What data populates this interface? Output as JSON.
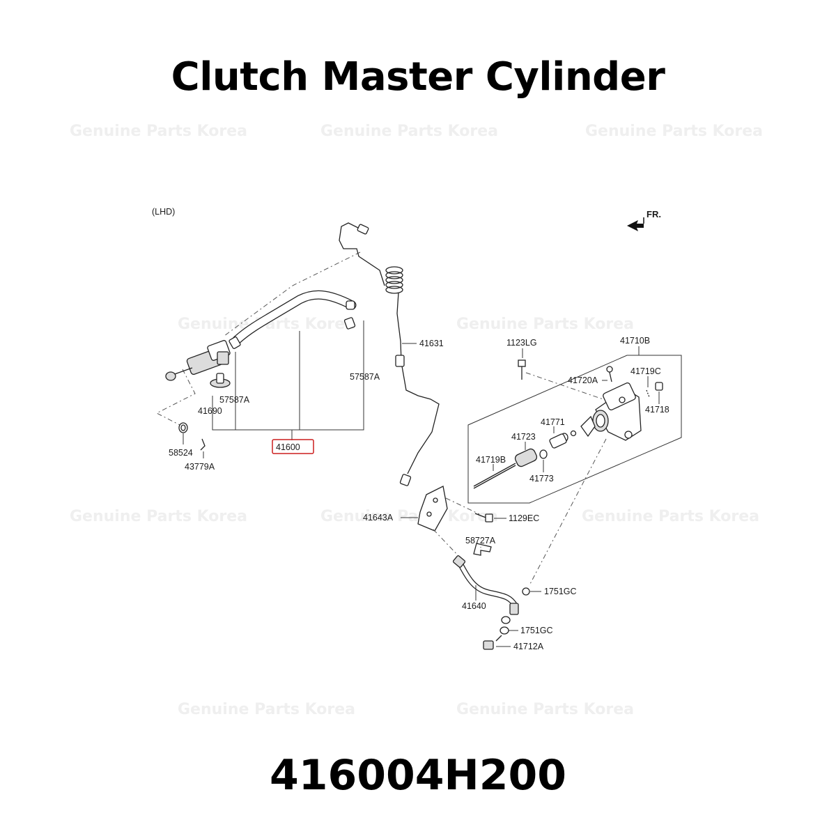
{
  "title": "Clutch Master Cylinder",
  "part_number": "416004H200",
  "watermark": "Genuine Parts Korea",
  "variant_note": "(LHD)",
  "direction_label": "FR.",
  "highlight_color": "#cc1f1f",
  "callouts": {
    "c41600": "41600",
    "c57587A_left": "57587A",
    "c57587A_right": "57587A",
    "c41690": "41690",
    "c58524": "58524",
    "c43779A": "43779A",
    "c41631": "41631",
    "c1123LG": "1123LG",
    "c41710B": "41710B",
    "c41720A": "41720A",
    "c41719C": "41719C",
    "c41718": "41718",
    "c41771": "41771",
    "c41723": "41723",
    "c41719B": "41719B",
    "c41773": "41773",
    "c41643A": "41643A",
    "c1129EC": "1129EC",
    "c58727A": "58727A",
    "c1751GC_top": "1751GC",
    "c41640": "41640",
    "c1751GC_bottom": "1751GC",
    "c41712A": "41712A"
  }
}
